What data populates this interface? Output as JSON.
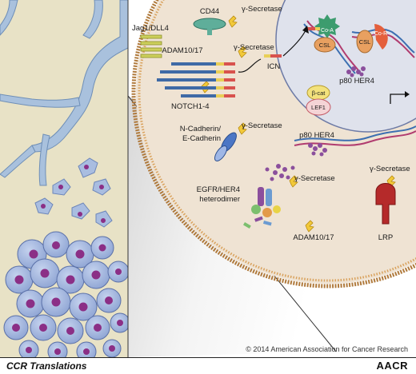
{
  "labels": {
    "jag1": "Jag1/DLL4",
    "cd44": "CD44",
    "gamma_top": "γ-Secretase",
    "adam_top": "ADAM10/17",
    "gamma_icn": "γ-Secretase",
    "icn": "ICN",
    "notch": "NOTCH1-4",
    "cadherin": "N-Cadherin/\nE-Cadherin",
    "gamma_cad": "γ-Secretase",
    "p80_mid": "p80 HER4",
    "gamma_mid": "γ-Secretase",
    "gamma_right": "γ-Secretase",
    "egfr": "EGFR/HER4\nheterodimer",
    "adam_bottom": "ADAM10/17",
    "lrp": "LRP",
    "coa": "Co-A",
    "csl1": "CSL",
    "csl2": "CSL",
    "cor": "Co-R",
    "p80_nuc": "p80 HER4",
    "bcat": "β-cat",
    "lef1": "LEF1"
  },
  "copyright": "© 2014 American Association for Cancer Research",
  "footer": {
    "left": "CCR Translations",
    "right": "AACR"
  },
  "colors": {
    "tissue": "#e8e2c6",
    "cell": "#efe3d3",
    "nucleus": "#dfe2ec",
    "membrane": "#b07a3c",
    "vessel": "#a9c1dd",
    "tumor": "#a2b6de",
    "tumor_nucleus": "#8b2f86",
    "gamma": "#f2c93a",
    "lrp": "#b52a2a",
    "cd44": "#5fae9a",
    "cadherin": "#4b76c5",
    "notch": "#3f6aa6",
    "p80": "#8b4f9c"
  }
}
